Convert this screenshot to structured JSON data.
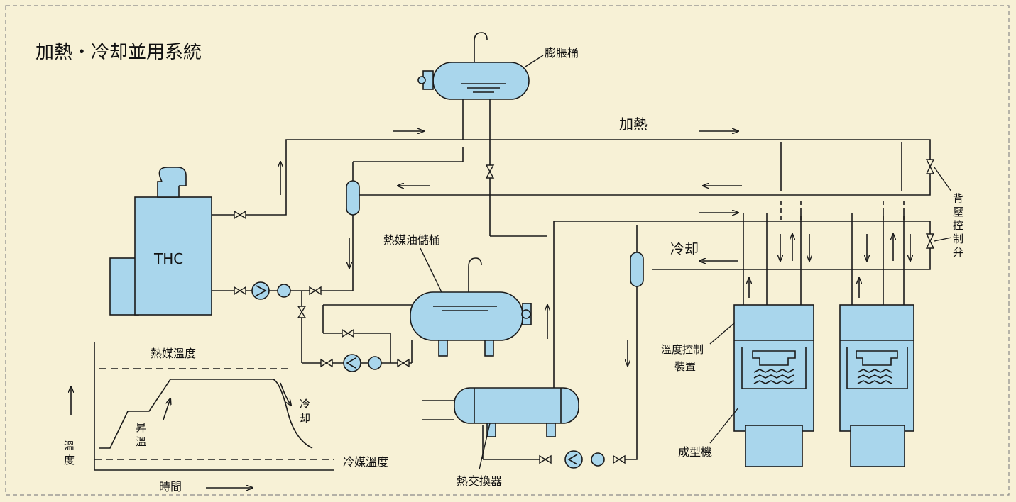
{
  "title": "加熱・冷却並用系統",
  "labels": {
    "expansion_tank": "膨脹桶",
    "heating": "加熱",
    "cooling": "冷却",
    "thc": "THC",
    "oil_storage_tank": "熱媒油儲桶",
    "back_pressure_valve": [
      "背",
      "壓",
      "控",
      "制",
      "弁"
    ],
    "temp_control_device": [
      "溫度控制",
      "裝置"
    ],
    "molding_machine": "成型機",
    "heat_exchanger": "熱交換器"
  },
  "graph": {
    "heat_medium_temp": "熱媒溫度",
    "coolant_temp": "冷媒溫度",
    "time": "時間",
    "temperature": [
      "溫",
      "度"
    ],
    "rise": [
      "昇",
      "溫"
    ],
    "cool": [
      "冷",
      "却"
    ]
  },
  "colors": {
    "background": "#f7f1d6",
    "equipment": "#a9d6ec",
    "line": "#1a1a1a",
    "border": "#8a8a8a"
  }
}
